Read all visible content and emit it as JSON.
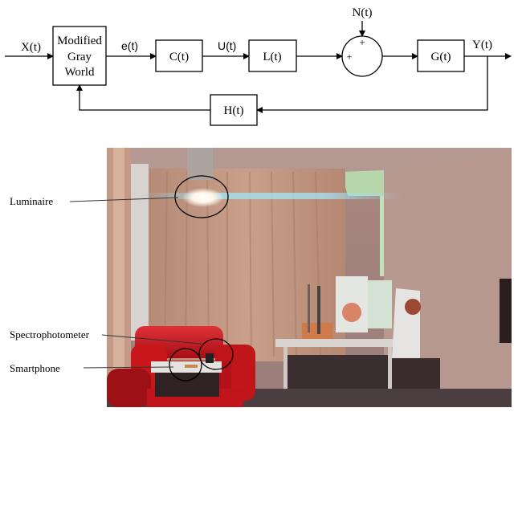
{
  "block_diagram": {
    "signals": {
      "input": "X(t)",
      "error": "e(t)",
      "control": "U(t)",
      "noise": "N(t)",
      "output": "Y(t)"
    },
    "blocks": {
      "modified_gray_world": [
        "Modified",
        "Gray",
        "World"
      ],
      "controller": "C(t)",
      "luminaire_block": "L(t)",
      "plant": "G(t)",
      "feedback": "H(t)"
    },
    "summing_junction": {
      "sign_top": "+",
      "sign_left": "+"
    }
  },
  "photo": {
    "annotations": {
      "luminaire": "Luminaire",
      "spectrophotometer": "Spectrophotometer",
      "smartphone": "Smartphone"
    },
    "colors": {
      "curtain": "#c9a08a",
      "sofa": "#c8161a",
      "wall": "#b89a94",
      "ceiling_glow": "#b8e0b0"
    }
  }
}
